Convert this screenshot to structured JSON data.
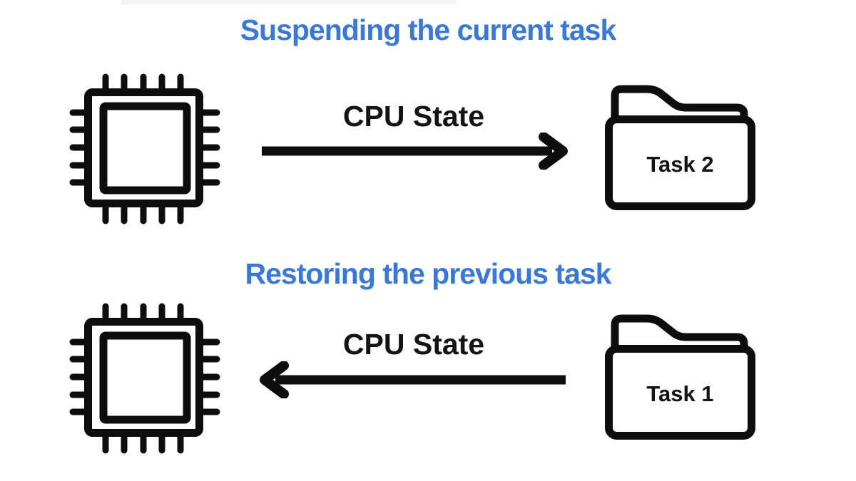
{
  "canvas": {
    "background": "#ffffff"
  },
  "colors": {
    "heading_blue": "#3778DF",
    "text_black": "#141414",
    "icon_stroke": "#0d0d0d"
  },
  "sections": [
    {
      "id": "suspend",
      "title": "Suspending the current task",
      "arrow_label": "CPU State",
      "arrow_direction": "right",
      "left_icon": "cpu-chip-icon",
      "right_icon": "folder-icon",
      "folder_label": "Task 2"
    },
    {
      "id": "restore",
      "title": "Restoring the previous task",
      "arrow_label": "CPU State",
      "arrow_direction": "left",
      "left_icon": "cpu-chip-icon",
      "right_icon": "folder-icon",
      "folder_label": "Task 1"
    }
  ]
}
